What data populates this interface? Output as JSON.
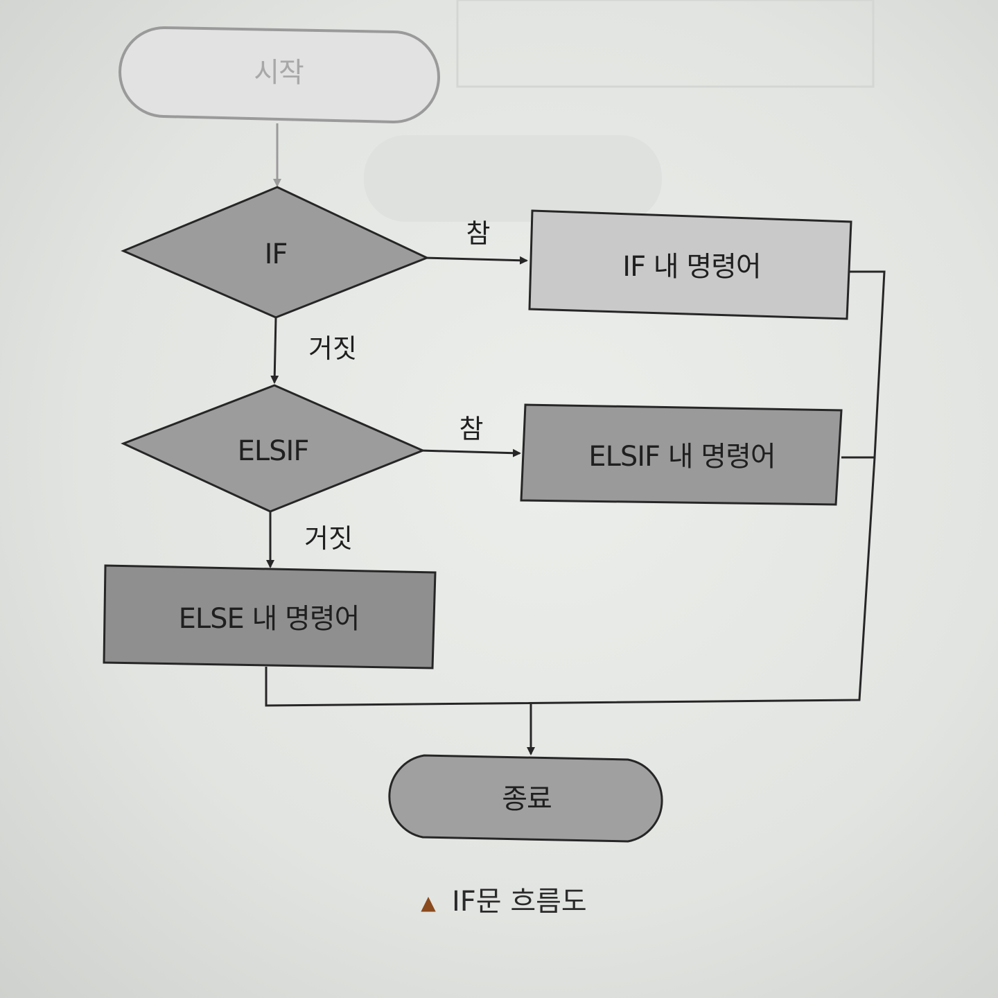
{
  "diagram": {
    "nodes": {
      "start": {
        "label": "시작"
      },
      "if_decision": {
        "label": "IF"
      },
      "if_action": {
        "label": "IF 내 명령어"
      },
      "elsif_decision": {
        "label": "ELSIF"
      },
      "elsif_action": {
        "label": "ELSIF  내 명령어"
      },
      "else_action": {
        "label": "ELSE 내 명령어"
      },
      "end": {
        "label": "종료"
      }
    },
    "edges": {
      "if_true": {
        "label": "참"
      },
      "if_false": {
        "label": "거짓"
      },
      "elsif_true": {
        "label": "참"
      },
      "elsif_false": {
        "label": "거짓"
      }
    }
  },
  "caption": {
    "marker": "▲",
    "text": "IF문 흐름도"
  },
  "colors": {
    "start_fill": "#e2e2e2",
    "start_stroke": "#9a9a9a",
    "decision_fill": "#9c9c9c",
    "action_light_fill": "#c9c9c9",
    "action_dark_fill": "#9a9a9a",
    "end_fill": "#a0a0a0",
    "line": "#262626",
    "caption_marker": "#8a4a1e"
  }
}
